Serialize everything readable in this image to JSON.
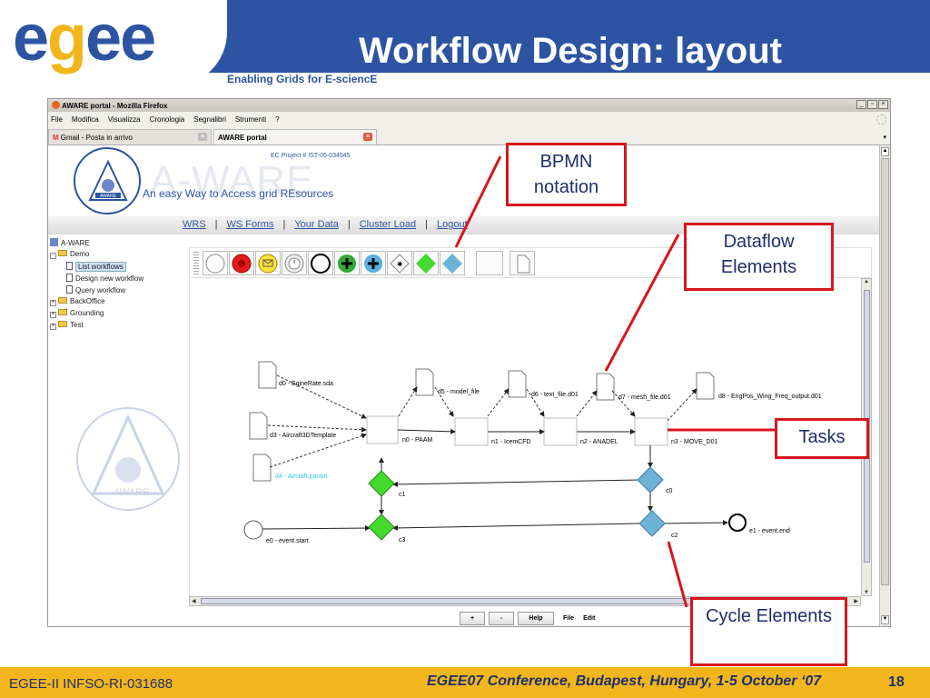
{
  "slide": {
    "logo_text": "egee",
    "tagline": "Enabling Grids for E-sciencE",
    "title": "Workflow Design: layout",
    "footer_left": "EGEE-II INFSO-RI-031688",
    "footer_center": "EGEE07 Conference, Budapest, Hungary, 1-5 October ‘07",
    "page_number": "18"
  },
  "browser": {
    "window_title": "AWARE portal - Mozilla Firefox",
    "window_buttons": [
      "_",
      "▫",
      "×"
    ],
    "menu": [
      "File",
      "Modifica",
      "Visualizza",
      "Cronologia",
      "Segnalibri",
      "Strumenti",
      "?"
    ],
    "tabs": [
      {
        "label": "Gmail - Posta in arrivo",
        "active": false
      },
      {
        "label": "AWARE portal",
        "active": true
      }
    ]
  },
  "portal": {
    "project": "EC Project # IST-05-034545",
    "brand": "A-WARE",
    "logo_label": "AWARE",
    "subtitle": "An  easy  Way  to  Access  grid  REsources",
    "nav": [
      "WRS",
      "WS Forms",
      "Your Data",
      "Cluster Load",
      "Logout"
    ],
    "nav_sep": "|",
    "tree": {
      "root": "A-WARE",
      "items": [
        {
          "label": "Demo",
          "type": "folder",
          "expanded": true
        },
        {
          "label": "List workflows",
          "type": "doc",
          "selected": true
        },
        {
          "label": "Design new workflow",
          "type": "doc"
        },
        {
          "label": "Query workflow",
          "type": "doc"
        },
        {
          "label": "BackOffice",
          "type": "folder"
        },
        {
          "label": "Grounding",
          "type": "folder"
        },
        {
          "label": "Test",
          "type": "folder"
        }
      ]
    },
    "palette": [
      "start-event",
      "end-event-red",
      "message-event",
      "timer-event",
      "end-event",
      "add-gateway-green",
      "add-gateway-blue",
      "star-gateway",
      "diamond-green",
      "diamond-blue",
      "task",
      "data-document"
    ],
    "buttons": {
      "plus": "+",
      "minus": "-",
      "help": "Help",
      "file": "File",
      "edit": "Edit"
    }
  },
  "workflow": {
    "documents": [
      "d0 - EgineRate.sda",
      "d3 - Aircraft3DTemplate",
      "d4 - Aircraft.param",
      "d5 - model_file",
      "d6 - text_file.d01",
      "d7 - mesh_file.d01",
      "d8 - EngPos_Wing_Freq_output.d01"
    ],
    "tasks": [
      "n0 - PAAM",
      "n1 - IcemCFD",
      "n2 - ANADEL",
      "n3 - MOVE_D01"
    ],
    "gateways": [
      "c1",
      "c3",
      "c0",
      "c2"
    ],
    "events": [
      "e0 - event.start",
      "e1 - event.end"
    ],
    "d4_color": "#2cc4e6",
    "gateway_green": "#44d92e",
    "gateway_blue": "#6db3d8"
  },
  "callouts": {
    "bpmn": "BPMN notation",
    "dataflow": "Dataflow Elements",
    "tasks": "Tasks",
    "cycle": "Cycle Elements"
  },
  "colors": {
    "brand_blue": "#2d54a2",
    "accent_yellow": "#f2b61c",
    "callout_red": "#d7161d"
  }
}
